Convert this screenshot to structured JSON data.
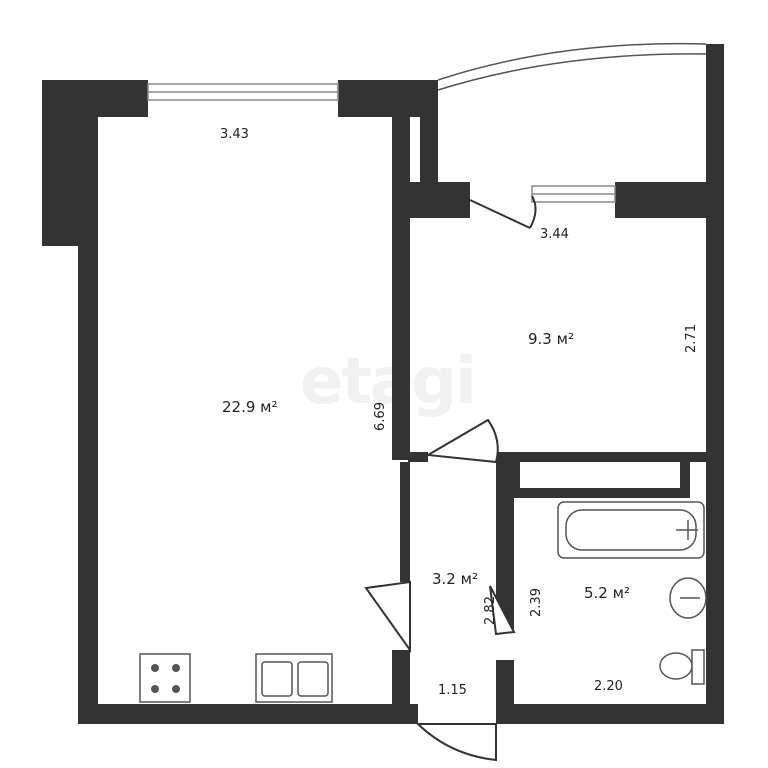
{
  "watermark": "etagi",
  "rooms": {
    "living": {
      "area": "22.9 м²",
      "width": "3.43",
      "length": "6.69"
    },
    "bedroom": {
      "area": "9.3 м²",
      "width": "3.44",
      "length": "2.71"
    },
    "hall": {
      "area": "3.2 м²",
      "width": "1.15",
      "length": "2.82"
    },
    "bathroom": {
      "area": "5.2 м²",
      "width": "2.20",
      "length": "2.39"
    }
  },
  "colors": {
    "wall": "#333333",
    "fixture": "#555555",
    "window": "#888888"
  }
}
